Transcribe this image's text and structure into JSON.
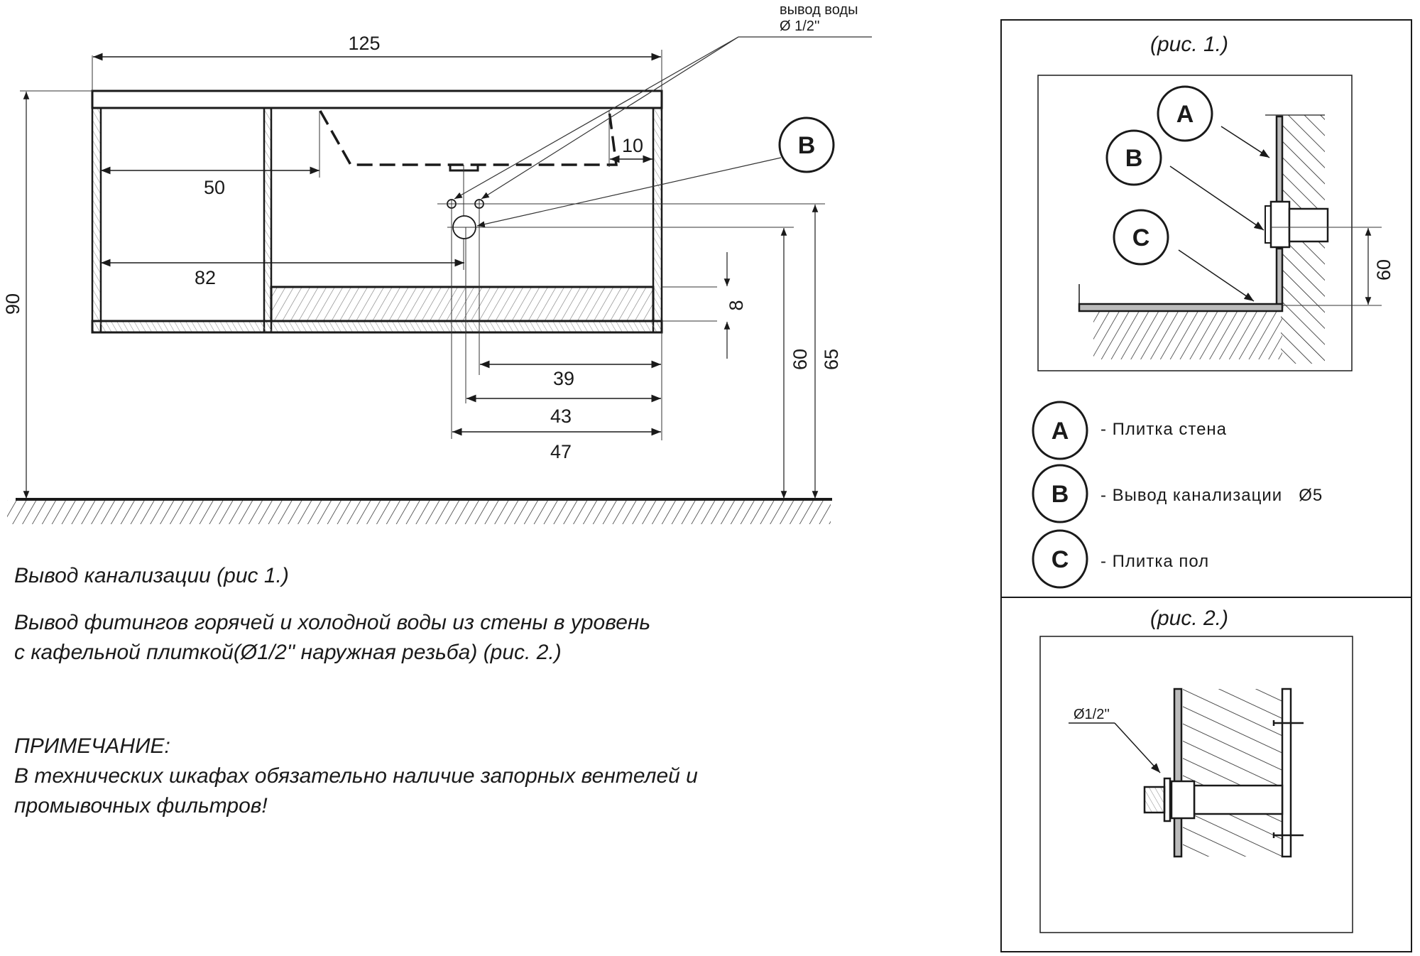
{
  "drawing": {
    "water_outlet_label": "вывод воды",
    "water_outlet_diameter": "Ø 1/2''",
    "dimensions": {
      "total_width": "125",
      "sink_offset_left": "50",
      "drain_offset_left": "82",
      "sink_offset_right": "10",
      "height_total": "90",
      "shelf_thickness": "8",
      "dim_39": "39",
      "dim_43": "43",
      "dim_47": "47",
      "drain_height": "60",
      "water_height": "65"
    },
    "callout_b": "B"
  },
  "notes": {
    "line1": "Вывод канализации (рис 1.)",
    "line2": "Вывод фитингов горячей и холодной воды из стены в уровень",
    "line3": "с кафельной плиткой(Ø1/2'' наружная резьба) (рис. 2.)",
    "note_title": "ПРИМЕЧАНИЕ:",
    "note_line1": "В технических шкафах обязательно наличие запорных вентелей и",
    "note_line2": "промывочных фильтров!"
  },
  "fig1": {
    "caption": "(рис. 1.)",
    "dimension": "60",
    "markers": [
      "A",
      "B",
      "C"
    ],
    "legend": [
      {
        "letter": "A",
        "text": "- Плитка стена"
      },
      {
        "letter": "B",
        "text": "- Вывод канализации   Ø5"
      },
      {
        "letter": "C",
        "text": "- Плитка пол"
      }
    ]
  },
  "fig2": {
    "caption": "(рис. 2.)",
    "diameter_label": "Ø1/2''"
  }
}
